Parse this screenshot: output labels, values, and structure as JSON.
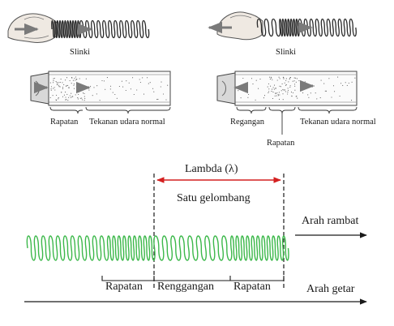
{
  "left_panel": {
    "slinky_label": "Slinki",
    "compression_label": "Rapatan",
    "pressure_label": "Tekanan udara normal"
  },
  "right_panel": {
    "slinky_label": "Slinki",
    "rarefaction_label": "Regangan",
    "compression_label": "Rapatan",
    "pressure_label": "Tekanan udara normal"
  },
  "bottom": {
    "wavelength_label": "Lambda (λ)",
    "one_wave_label": "Satu gelombang",
    "propagation_label": "Arah rambat",
    "vibration_label": "Arah getar",
    "segments": [
      "Rapatan",
      "Renggangan",
      "Rapatan"
    ]
  },
  "colors": {
    "spring_green": "#3cb84a",
    "lambda_arrow": "#d42020",
    "ink": "#1a1a1a"
  }
}
